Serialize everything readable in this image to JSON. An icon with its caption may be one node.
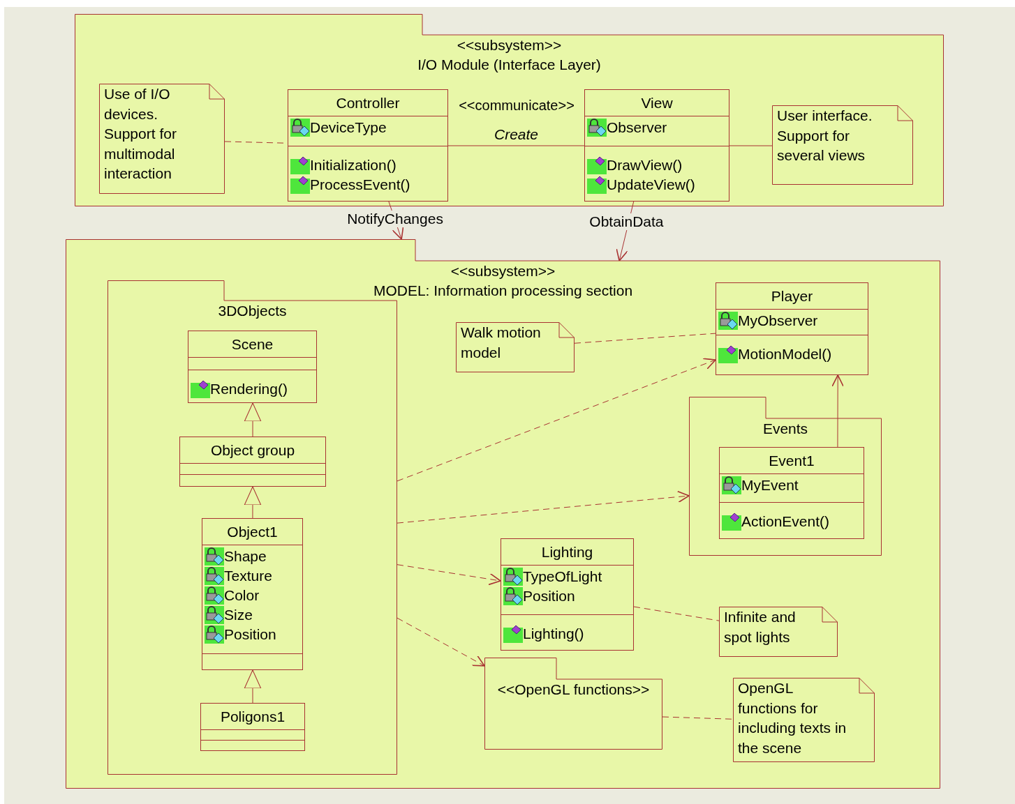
{
  "diagram": {
    "nodes": [
      {
        "text": [
          "<<subsystem>>",
          "I/O Module (Interface Layer)"
        ]
      },
      {
        "text": [
          "Use of I/O devices. Support for multimodal interaction"
        ],
        "in": 0
      },
      {
        "text": [
          "Controller",
          "DeviceType",
          "Initialization()",
          "ProcessEvent()"
        ],
        "in": 0
      },
      {
        "text": [
          "View",
          "Observer",
          "DrawView()",
          "UpdateView()"
        ],
        "in": 0
      },
      {
        "text": [
          "User interface. Support for several views"
        ],
        "in": 0
      },
      {
        "text": [
          "<<subsystem>>",
          "MODEL: Information processing section"
        ]
      },
      {
        "text": [
          "3DObjects"
        ],
        "in": 5
      },
      {
        "text": [
          "Scene",
          "Rendering()"
        ],
        "in": 6
      },
      {
        "text": [
          "Object group"
        ],
        "in": 6
      },
      {
        "text": [
          "Object1",
          "Shape",
          "Texture",
          "Color",
          "Size",
          "Position"
        ],
        "in": 6
      },
      {
        "text": [
          "Poligons1"
        ],
        "in": 6
      },
      {
        "text": [
          "Walk motion model"
        ],
        "in": 5
      },
      {
        "text": [
          "Player",
          "MyObserver",
          "MotionModel()"
        ],
        "in": 5
      },
      {
        "text": [
          "Events"
        ],
        "in": 5
      },
      {
        "text": [
          "Event1",
          "MyEvent",
          "ActionEvent()"
        ],
        "in": 13
      },
      {
        "text": [
          "Lighting",
          "TypeOfLight",
          "Position",
          "Lighting()"
        ],
        "in": 5
      },
      {
        "text": [
          "Infinite and spot lights"
        ],
        "in": 5
      },
      {
        "text": [
          "<<OpenGL functions>>"
        ],
        "in": 5
      },
      {
        "text": [
          "OpenGL functions for including texts in the scene"
        ],
        "in": 5
      }
    ],
    "edges": [
      {
        "from": 1,
        "to": 2,
        "arrow": "none",
        "style": "dashed"
      },
      {
        "from": 2,
        "to": 3,
        "arrow": "none",
        "label": "Create"
      },
      {
        "from": 3,
        "to": 4,
        "arrow": "none"
      },
      {
        "from": 2,
        "to": 5,
        "arrow": "to",
        "label": "NotifyChanges"
      },
      {
        "from": 3,
        "to": 5,
        "arrow": "to",
        "label": "ObtainData"
      },
      {
        "from": 11,
        "to": 12,
        "arrow": "none",
        "style": "dashed"
      },
      {
        "from": 6,
        "to": 12,
        "arrow": "to",
        "style": "dashed"
      },
      {
        "from": 6,
        "to": 13,
        "arrow": "to",
        "style": "dashed"
      },
      {
        "from": 14,
        "to": 12,
        "arrow": "to"
      },
      {
        "from": 6,
        "to": 15,
        "arrow": "to",
        "style": "dashed"
      },
      {
        "from": 6,
        "to": 17,
        "arrow": "to",
        "style": "dashed"
      },
      {
        "from": 15,
        "to": 16,
        "arrow": "none",
        "style": "dashed"
      },
      {
        "from": 17,
        "to": 18,
        "arrow": "none",
        "style": "dashed"
      },
      {
        "from": 8,
        "to": 7,
        "arrow": "to"
      },
      {
        "from": 9,
        "to": 8,
        "arrow": "to"
      },
      {
        "from": 10,
        "to": 9,
        "arrow": "to"
      }
    ],
    "labels": [
      "<<communicate>>"
    ]
  }
}
